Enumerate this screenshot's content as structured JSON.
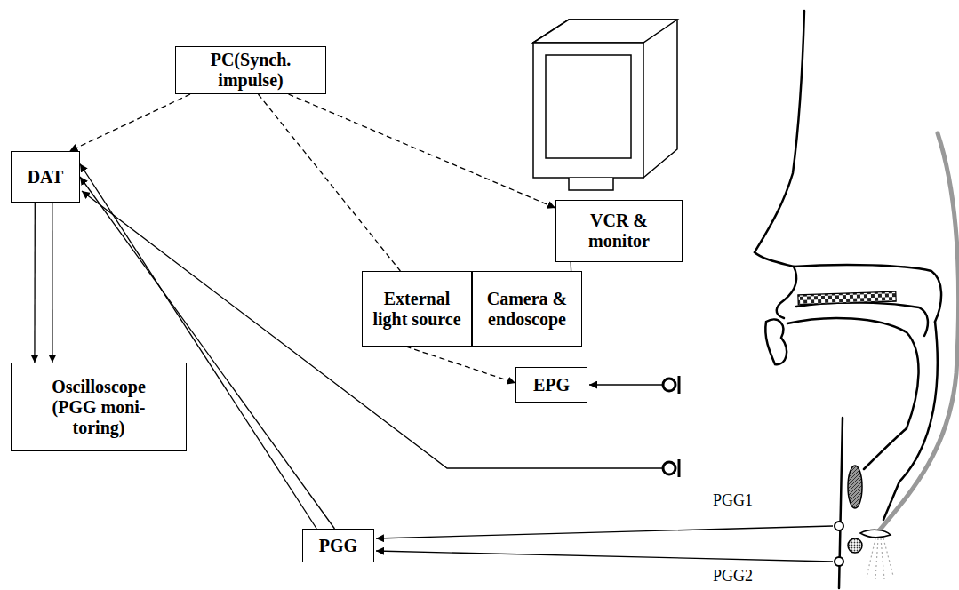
{
  "diagram": {
    "nodes": [
      {
        "text": [
          "PC(Synch. impulse)"
        ]
      },
      {
        "text": [
          "DAT"
        ]
      },
      {
        "text": [
          "Oscilloscope (PGG moni- toring)"
        ]
      },
      {
        "text": [
          "VCR & monitor"
        ]
      },
      {
        "text": [
          "External light source"
        ]
      },
      {
        "text": [
          "Camera & endoscope"
        ]
      },
      {
        "text": [
          "EPG"
        ]
      },
      {
        "text": [
          "PGG"
        ]
      }
    ],
    "edges": [
      {
        "from": 0,
        "to": 1,
        "arrow": "to"
      },
      {
        "from": 0,
        "to": 3,
        "arrow": "to"
      },
      {
        "from": 0,
        "to": 4,
        "arrow": "none"
      },
      {
        "from": 3,
        "to": 5,
        "arrow": "none"
      },
      {
        "from": 4,
        "to": 5,
        "arrow": "none"
      },
      {
        "from": 4,
        "to": 6,
        "arrow": "to"
      },
      {
        "from": 1,
        "to": 2,
        "arrow": "to"
      },
      {
        "from": 1,
        "to": 2,
        "arrow": "to"
      },
      {
        "from": 7,
        "to": 1,
        "arrow": "to"
      },
      {
        "from": 7,
        "to": 1,
        "arrow": "to"
      }
    ],
    "labels": [
      "PGG1",
      "PGG2"
    ]
  }
}
